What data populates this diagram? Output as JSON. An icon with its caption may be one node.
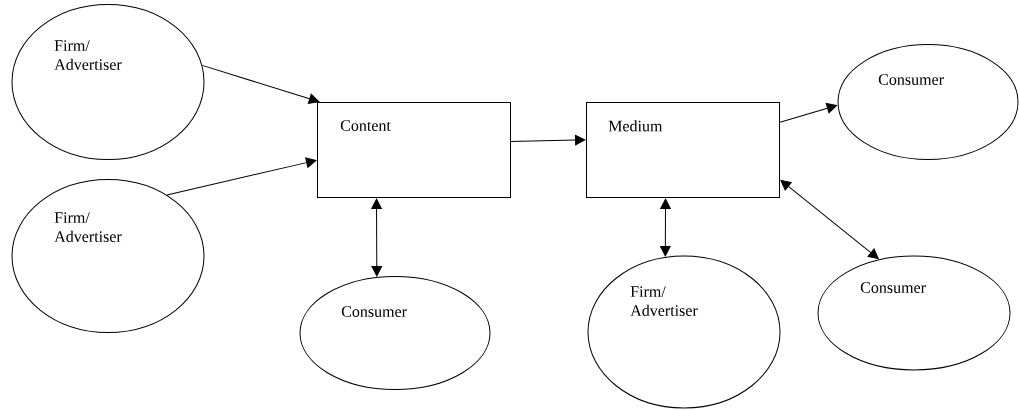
{
  "diagram": {
    "nodes": [
      {
        "text": [
          "Firm/ Advertiser"
        ]
      },
      {
        "text": [
          "Firm/ Advertiser"
        ]
      },
      {
        "text": [
          "Content"
        ]
      },
      {
        "text": [
          "Consumer"
        ]
      },
      {
        "text": [
          "Medium"
        ]
      },
      {
        "text": [
          "Consumer"
        ]
      },
      {
        "text": [
          "Firm/ Advertiser"
        ]
      },
      {
        "text": [
          "Consumer"
        ]
      }
    ],
    "edges": [
      {
        "from": 0,
        "to": 2,
        "arrow": "to"
      },
      {
        "from": 1,
        "to": 2,
        "arrow": "to"
      },
      {
        "from": 2,
        "to": 3,
        "arrow": "both"
      },
      {
        "from": 2,
        "to": 4,
        "arrow": "to"
      },
      {
        "from": 4,
        "to": 5,
        "arrow": "to"
      },
      {
        "from": 4,
        "to": 6,
        "arrow": "both"
      },
      {
        "from": 4,
        "to": 7,
        "arrow": "both"
      }
    ]
  }
}
